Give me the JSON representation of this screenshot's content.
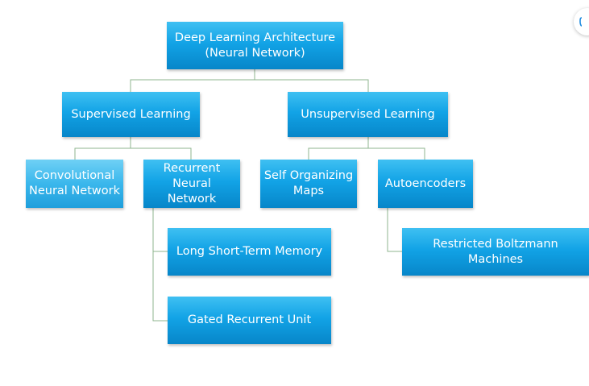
{
  "nodes": {
    "root": "Deep Learning Architecture\n(Neural Network)",
    "supervised": "Supervised Learning",
    "unsupervised": "Unsupervised Learning",
    "cnn": "Convolutional\nNeural Network",
    "rnn": "Recurrent\nNeural Network",
    "som": "Self Organizing\nMaps",
    "autoencoders": "Autoencoders",
    "lstm": "Long Short-Term Memory",
    "gru": "Gated Recurrent Unit",
    "rbm": "Restricted Boltzmann\nMachines"
  },
  "edges": [
    [
      "root",
      "supervised"
    ],
    [
      "root",
      "unsupervised"
    ],
    [
      "supervised",
      "cnn"
    ],
    [
      "supervised",
      "rnn"
    ],
    [
      "unsupervised",
      "som"
    ],
    [
      "unsupervised",
      "autoencoders"
    ],
    [
      "rnn",
      "lstm"
    ],
    [
      "rnn",
      "gru"
    ],
    [
      "autoencoders",
      "rbm"
    ]
  ],
  "colors": {
    "box_fill": "#12a3e6",
    "connector": "#7aa77a",
    "text": "#ffffff"
  },
  "icons": {
    "corner": "partial-circle-icon"
  }
}
